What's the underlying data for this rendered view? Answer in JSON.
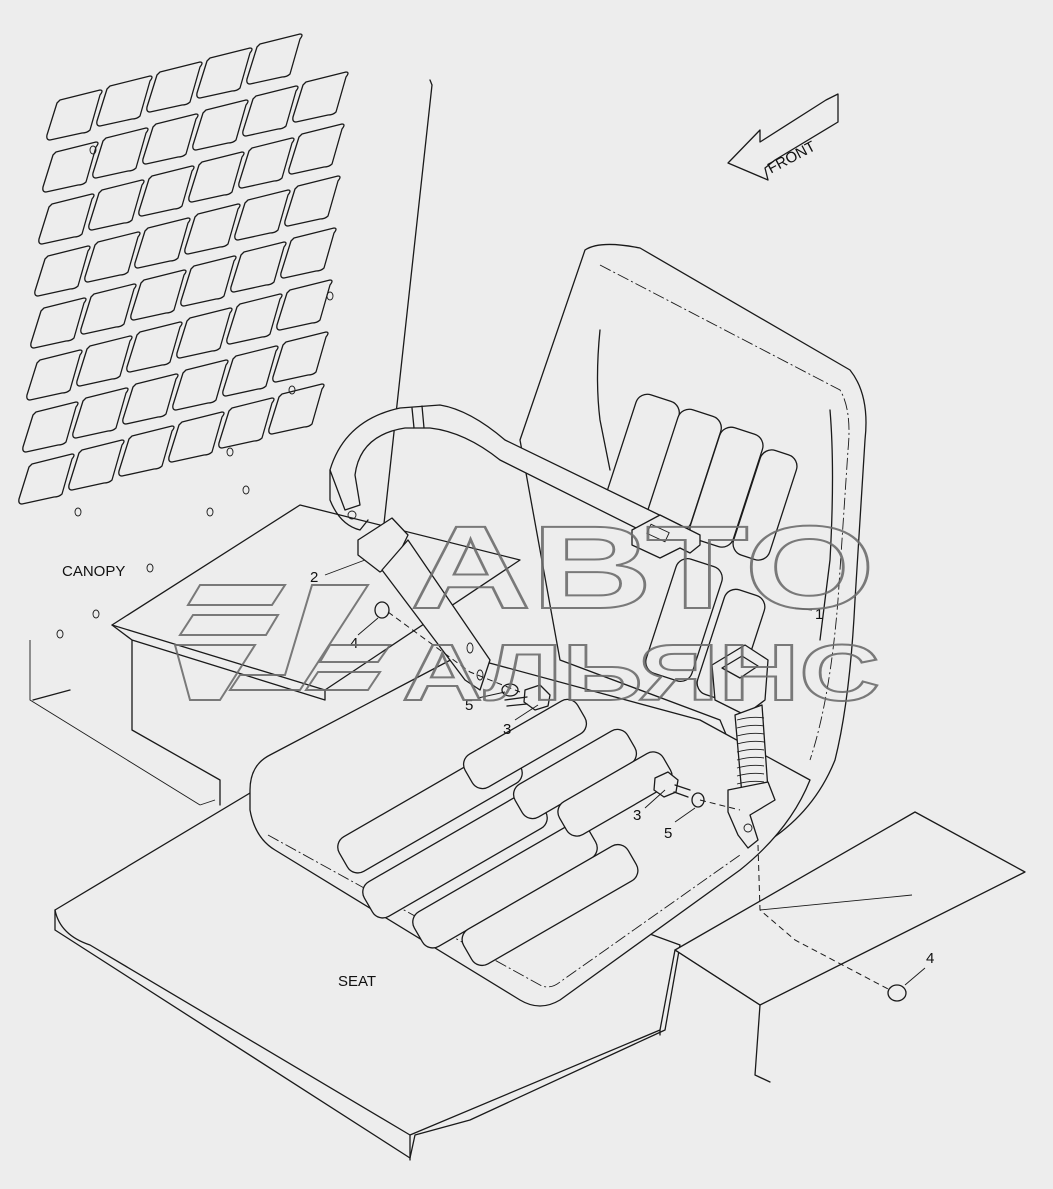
{
  "labels": {
    "canopy": "CANOPY",
    "seat": "SEAT",
    "front": "FRONT"
  },
  "callouts": {
    "seat_belt": "1",
    "belt_retractor": "2",
    "bolt_left": "3",
    "bolt_right": "3",
    "nut_left": "4",
    "nut_right": "4",
    "washer_left": "5",
    "washer_right": "5"
  },
  "watermark": {
    "line1": "АВТО",
    "line2": "АЛЬЯНС"
  }
}
